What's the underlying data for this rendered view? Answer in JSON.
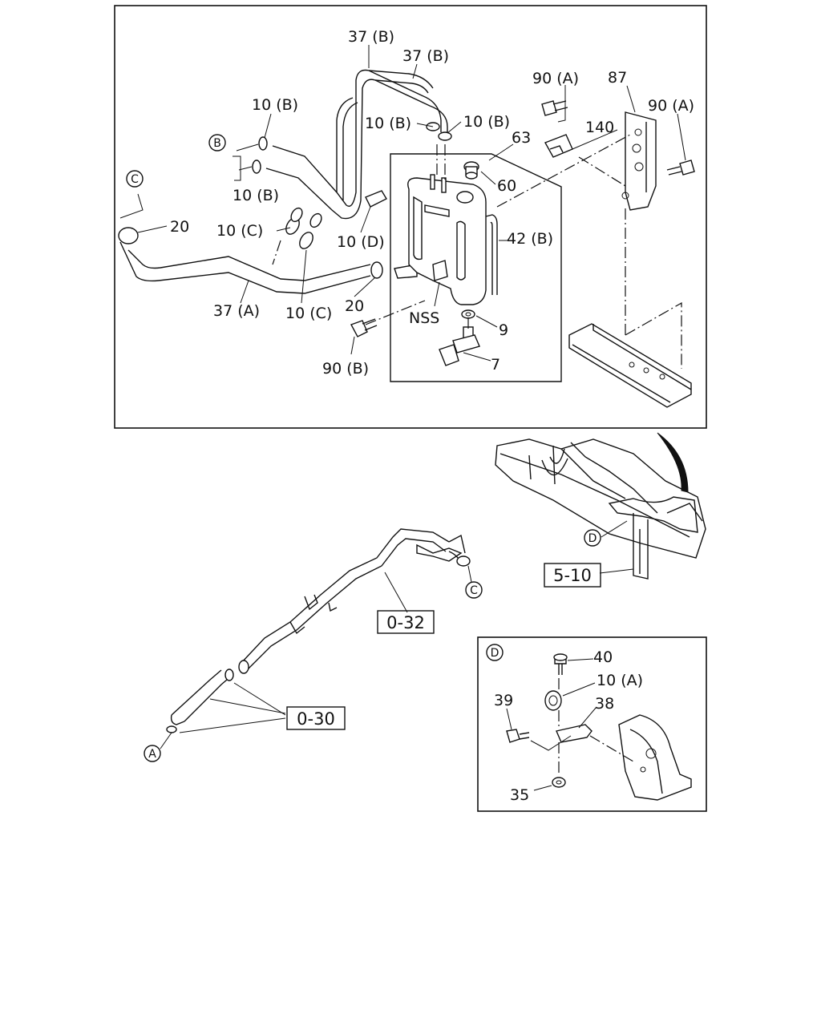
{
  "callouts": {
    "c37b_1": "37 (B)",
    "c37b_2": "37 (B)",
    "c90a_1": "90 (A)",
    "c87": "87",
    "c90a_2": "90 (A)",
    "c10b_1": "10 (B)",
    "c10b_2": "10 (B)",
    "c10b_3": "10 (B)",
    "c10b_4": "10 (B)",
    "c140": "140",
    "c63": "63",
    "c60": "60",
    "c20_1": "20",
    "c10c_1": "10 (C)",
    "c10d": "10 (D)",
    "c42b": "42 (B)",
    "c37a": "37 (A)",
    "c10c_2": "10 (C)",
    "c20_2": "20",
    "cnss": "NSS",
    "c9": "9",
    "c7": "7",
    "c90b": "90 (B)",
    "c40": "40",
    "c10a": "10 (A)",
    "c39": "39",
    "c38": "38",
    "c35": "35"
  },
  "ref_boxes": {
    "r510": "5-10",
    "r032": "0-32",
    "r030": "0-30"
  },
  "circle_refs": {
    "b": "B",
    "c_top": "C",
    "c_bottom": "C",
    "d_main": "D",
    "d_inset": "D",
    "a": "A"
  }
}
